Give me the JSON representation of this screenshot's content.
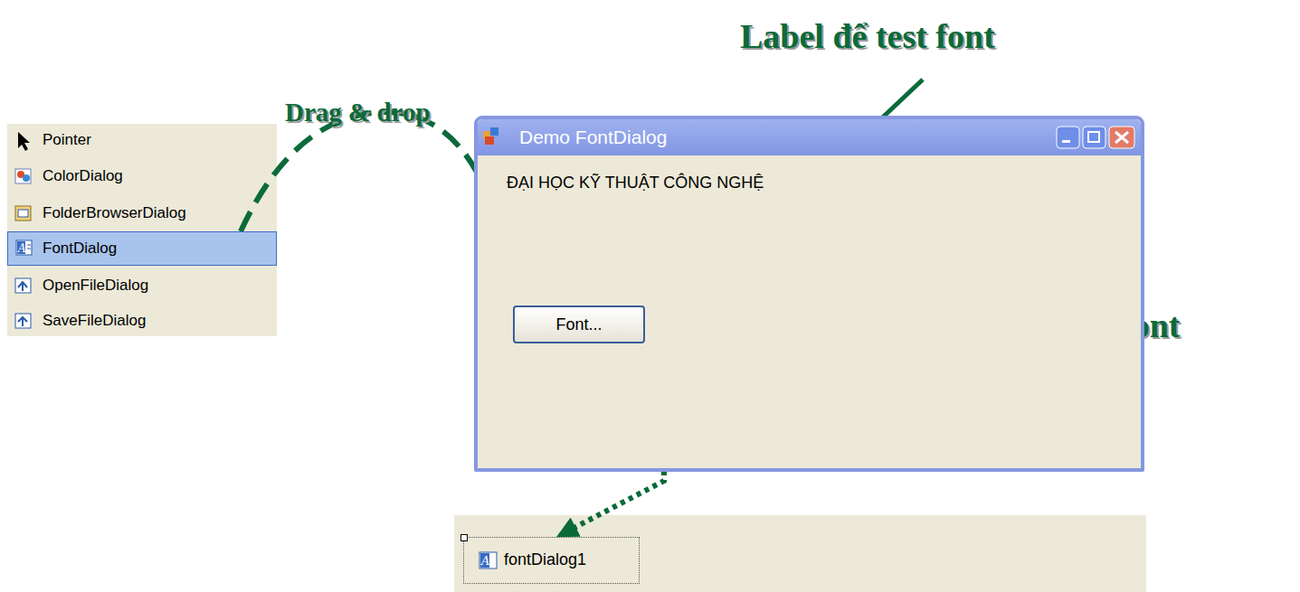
{
  "diagram": {
    "nodes": [
      {
        "text": [
          "FontDialog"
        ]
      },
      {
        "text": [
          "Demo FontDialog",
          "ĐẠI HỌC KỸ THUẬT CÔNG NGHỆ"
        ]
      },
      {
        "text": [
          "Font..."
        ],
        "in": 1
      },
      {
        "text": [
          "fontDialog1"
        ]
      }
    ],
    "edges": [
      {
        "from": 0,
        "to": 1,
        "arrow": "to",
        "label": "Drag & drop"
      },
      {
        "from": 1,
        "to": 3,
        "arrow": "to"
      }
    ],
    "labels": [
      "Label để test font",
      "Pointer",
      "ColorDialog",
      "FolderBrowserDialog",
      "OpenFileDialog",
      "SaveFileDialog",
      "Button chọn font"
    ]
  }
}
